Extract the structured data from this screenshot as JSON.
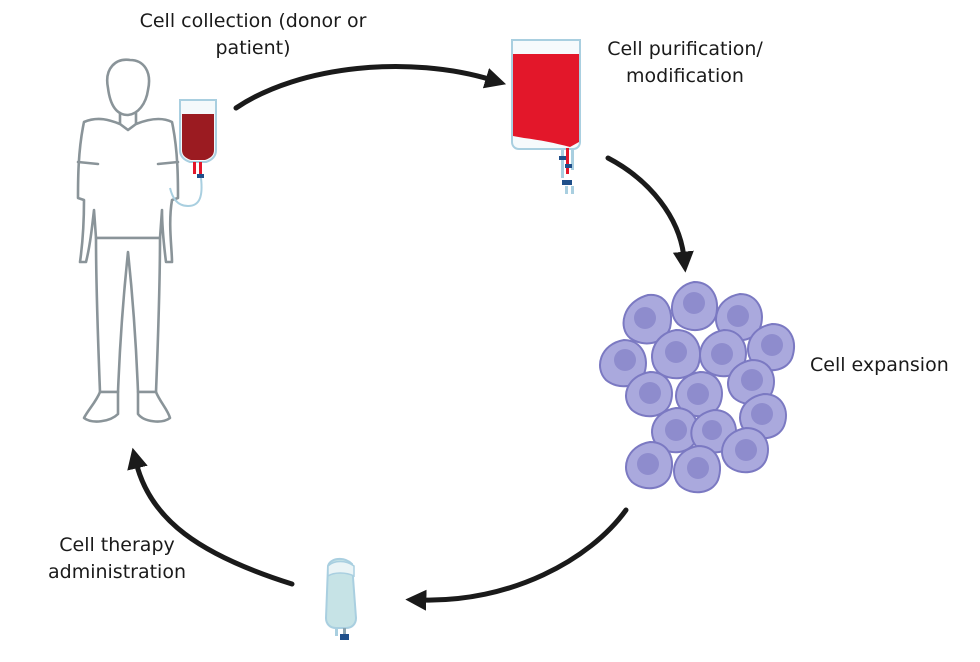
{
  "steps": {
    "collection": {
      "line1": "Cell collection (donor or",
      "line2": "patient)"
    },
    "purification": {
      "line1": "Cell purification/",
      "line2": "modification"
    },
    "expansion": {
      "line1": "Cell expansion"
    },
    "administration": {
      "line1": "Cell therapy",
      "line2": "administration"
    }
  },
  "colors": {
    "arrow": "#1a1a1a",
    "person_outline": "#8a9499",
    "donor_blood": "#9b1b21",
    "purified_blood": "#e3172a",
    "bag_outline": "#a9cfe0",
    "therapy_fluid": "#c6e3e6",
    "cell_fill": "#aaa9dd",
    "cell_outline": "#7b79c2",
    "cell_nucleus": "#8e8ccd",
    "tube_blue": "#1f4f8a"
  }
}
